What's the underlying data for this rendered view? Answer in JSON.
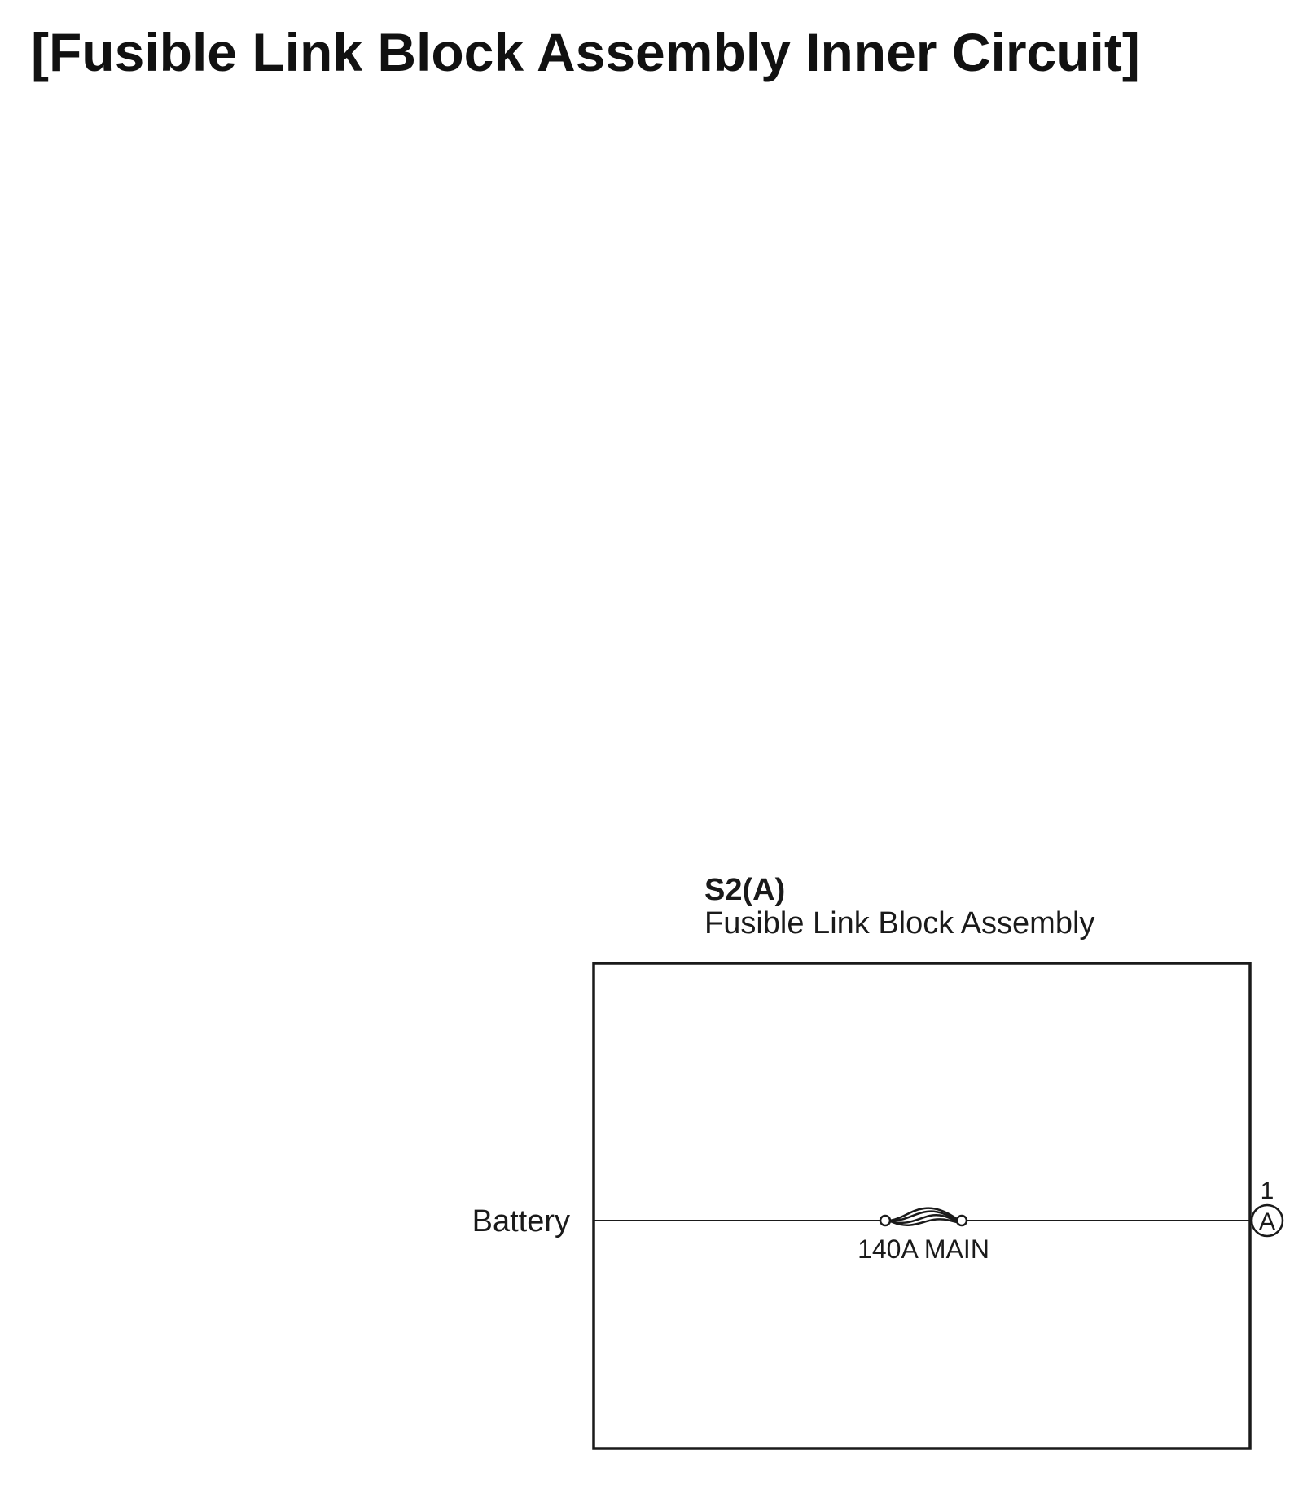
{
  "page": {
    "title": "[Fusible Link Block Assembly Inner Circuit]"
  },
  "component": {
    "code": "S2(A)",
    "name": "Fusible Link Block Assembly"
  },
  "circuit": {
    "input_label": "Battery",
    "fuse_label": "140A MAIN",
    "connector": {
      "pin": "1",
      "letter": "A"
    }
  },
  "colors": {
    "line": "#1a1a1a",
    "background": "#ffffff"
  }
}
